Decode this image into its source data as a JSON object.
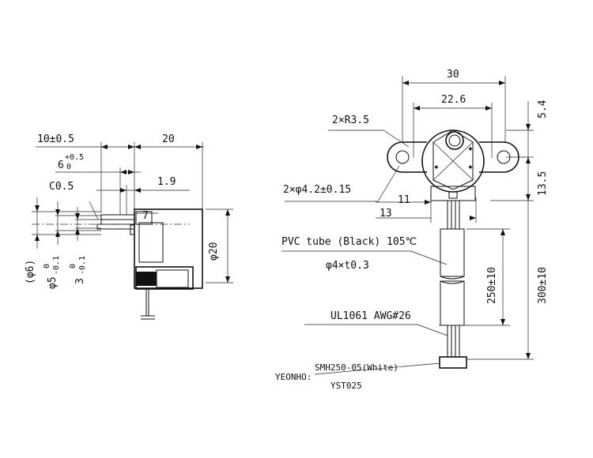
{
  "side_view": {
    "dims": {
      "length": "10±0.5",
      "width20": "20",
      "tol_6": "6",
      "tol_6_sup": "+0.5",
      "tol_6_sub": "0",
      "chamfer": "C0.5",
      "d19": "1.9",
      "d7": "7",
      "phi20": "φ20",
      "phi6": "(φ6)",
      "phi5": "φ5",
      "phi5_tol_top": "0",
      "phi5_tol_bot": "-0.1",
      "d3": "3",
      "d3_tol_top": "0",
      "d3_tol_bot": "-0.1"
    }
  },
  "front_view": {
    "dims": {
      "w30": "30",
      "w226": "22.6",
      "r35": "2×R3.5",
      "h54": "5.4",
      "hole": "2×φ4.2±0.15",
      "h135": "13.5",
      "d11": "11",
      "d13": "13"
    }
  },
  "cable": {
    "tube_line1": "PVC tube (Black) 105℃",
    "tube_line2": "φ4×t0.3",
    "wire": "UL1061 AWG#26",
    "len250": "250±10",
    "len300": "300±10",
    "connector_brand": "YEONHO:",
    "connector_part": "SMH250-05(White)",
    "connector_terminal": "YST025"
  }
}
